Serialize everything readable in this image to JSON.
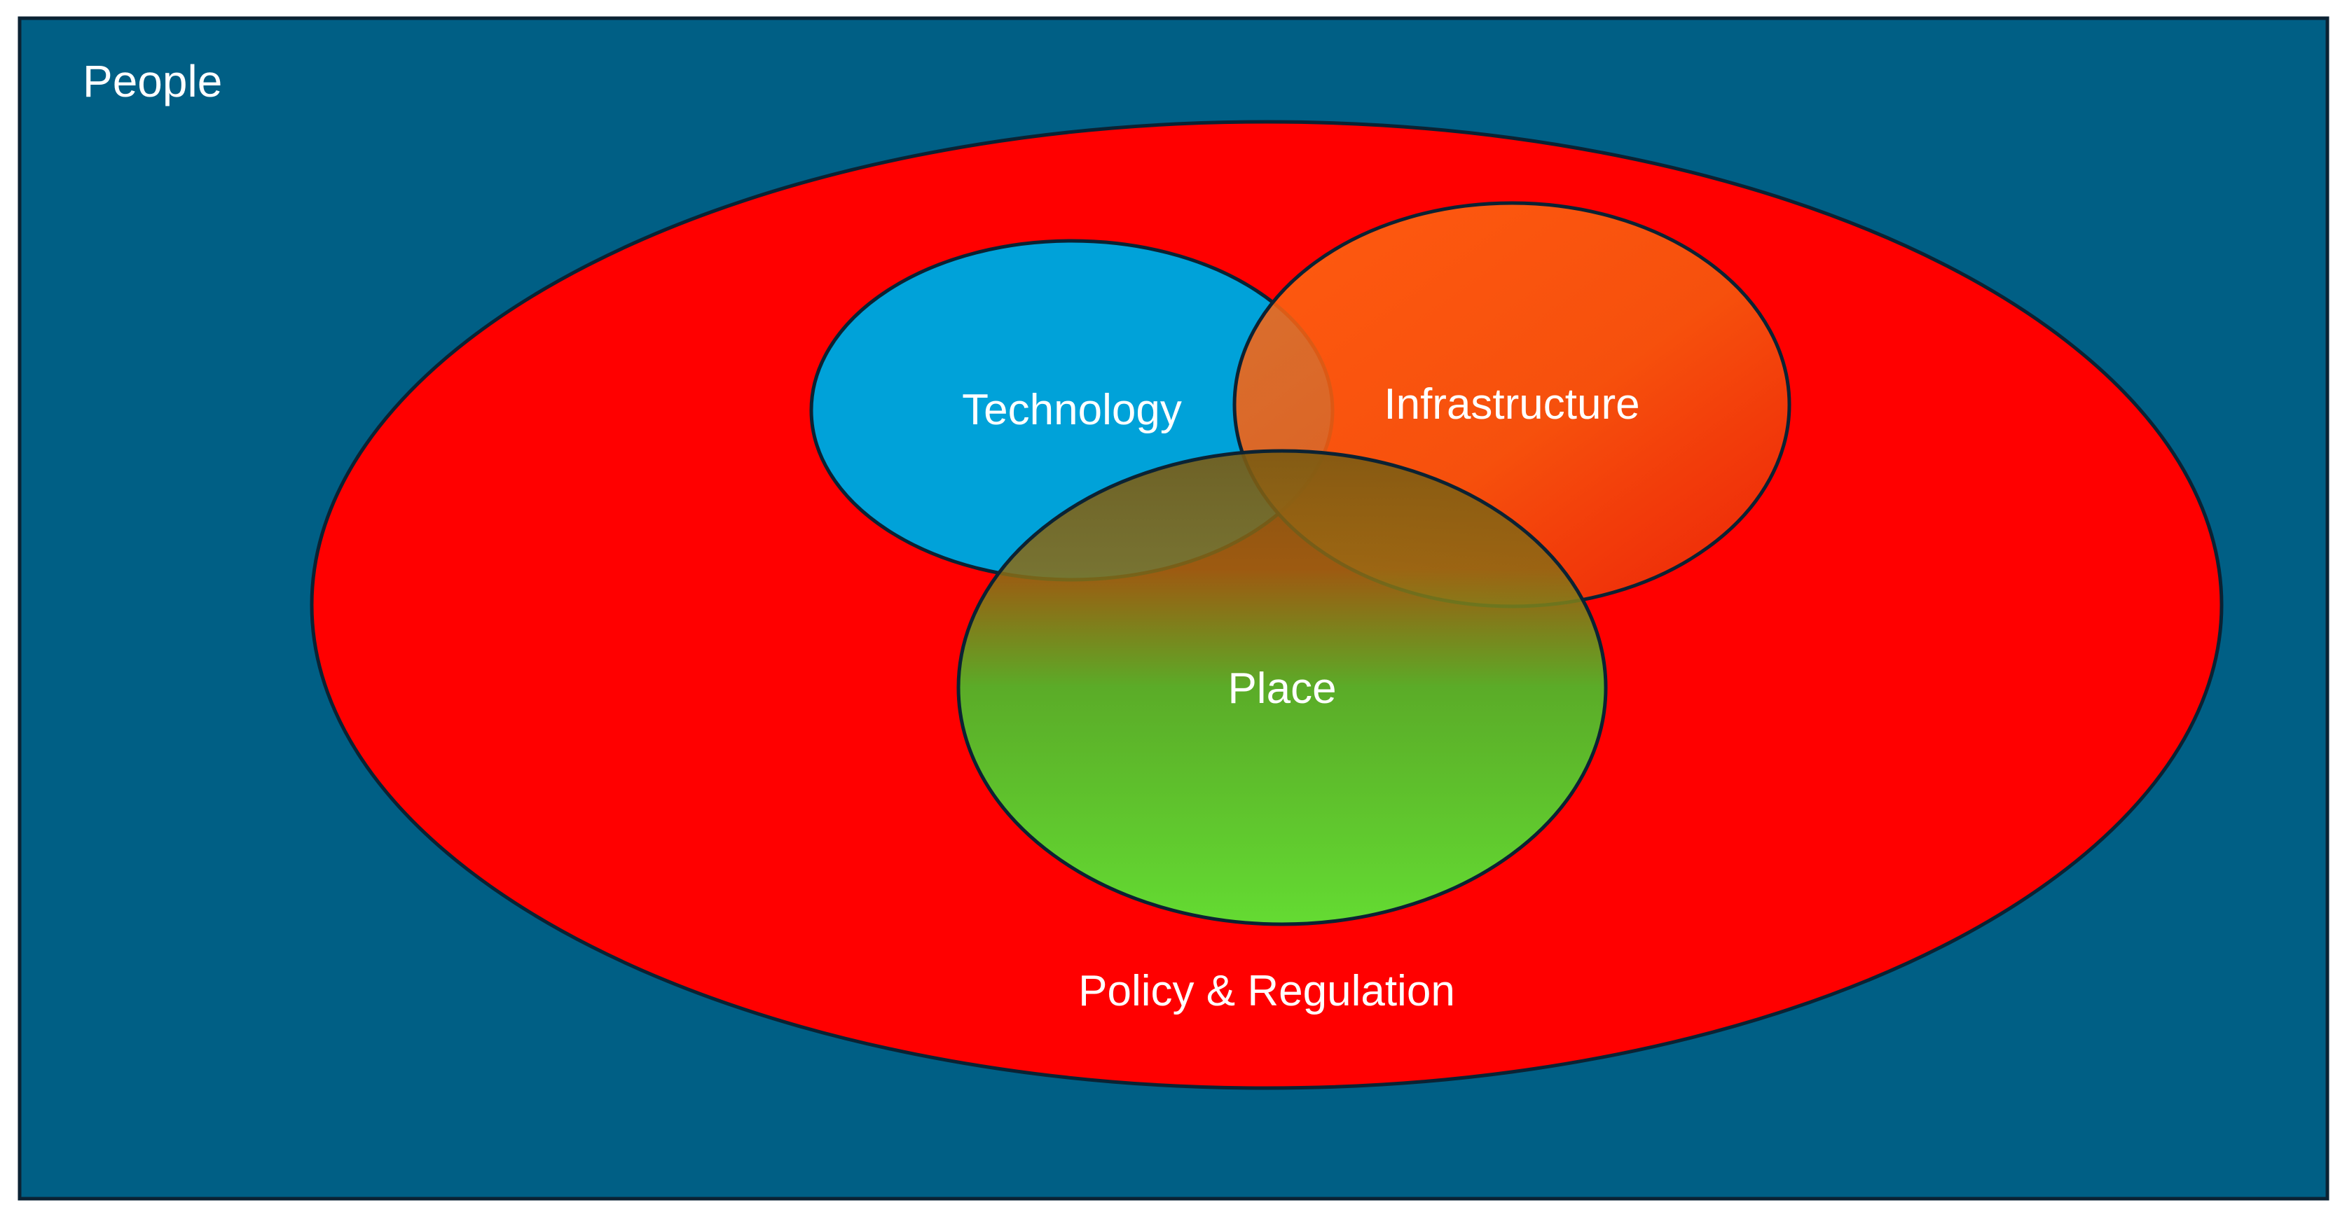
{
  "diagram": {
    "outer": {
      "label": "People",
      "color": "#005F85"
    },
    "policy": {
      "label": "Policy & Regulation",
      "color": "#FF0000"
    },
    "circles": {
      "technology": {
        "label": "Technology",
        "color": "#00A2D9"
      },
      "infrastructure": {
        "label": "Infrastructure",
        "color": "#FF6A13"
      },
      "place": {
        "label": "Place",
        "color": "#5CD92E"
      }
    },
    "outline_color": "#0B2233"
  }
}
